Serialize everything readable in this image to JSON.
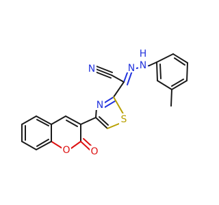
{
  "molecule": {
    "atoms": {
      "nitrile_N": {
        "symbol": "N",
        "color": "#2233dd"
      },
      "hydrazone_N1": {
        "symbol": "N",
        "color": "#2233dd"
      },
      "hydrazone_NH": {
        "symbol": "H",
        "color": "#2233dd"
      },
      "hydrazone_N2": {
        "symbol": "N",
        "color": "#2233dd"
      },
      "thiazole_N": {
        "symbol": "N",
        "color": "#2233dd"
      },
      "thiazole_S": {
        "symbol": "S",
        "color": "#b8a000"
      },
      "ring_O": {
        "symbol": "O",
        "color": "#dd1111"
      },
      "carbonyl_O": {
        "symbol": "O",
        "color": "#dd1111"
      }
    },
    "colors": {
      "bond": "#1a1a1a",
      "nitrogen": "#2233dd",
      "oxygen": "#dd1111",
      "sulfur": "#b8a000"
    }
  }
}
